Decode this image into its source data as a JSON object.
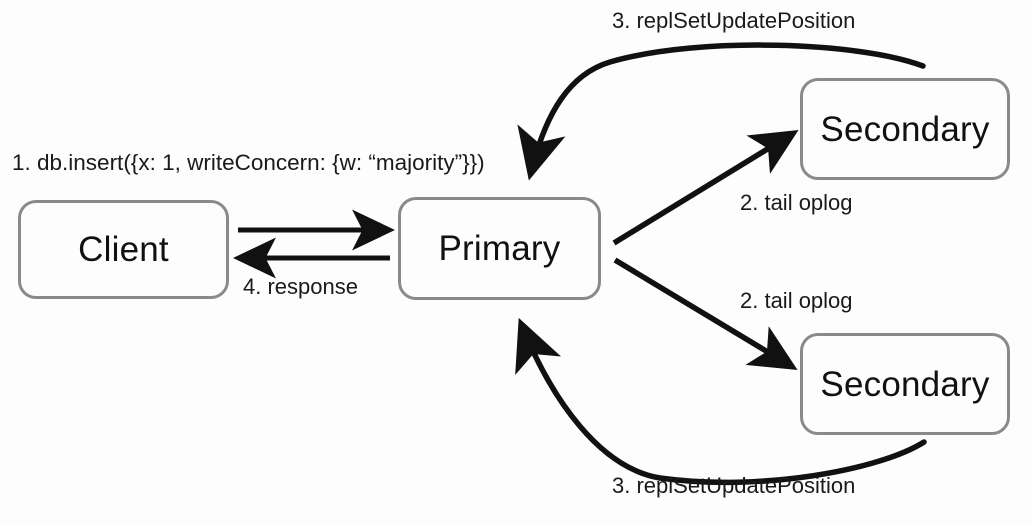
{
  "diagram": {
    "title": "MongoDB replica set write with majority write concern",
    "background_color": "#fdfdfd",
    "node_border_color": "#8a8a8e",
    "arrow_color": "#111111",
    "text_color": "#1a1a1a",
    "nodes": [
      {
        "id": "client",
        "label": "Client"
      },
      {
        "id": "primary",
        "label": "Primary"
      },
      {
        "id": "secondary_top",
        "label": "Secondary"
      },
      {
        "id": "secondary_bottom",
        "label": "Secondary"
      }
    ],
    "edges": [
      {
        "id": "insert",
        "step": 1,
        "label": "1. db.insert({x: 1, writeConcern: {w: “majority”}})",
        "from": "client",
        "to": "primary",
        "style": "straight",
        "arrowhead": "end"
      },
      {
        "id": "tail_oplog_top",
        "step": 2,
        "label": "2. tail oplog",
        "from": "primary",
        "to": "secondary_top",
        "style": "straight",
        "arrowhead": "end"
      },
      {
        "id": "tail_oplog_bottom",
        "step": 2,
        "label": "2. tail oplog",
        "from": "primary",
        "to": "secondary_bottom",
        "style": "straight",
        "arrowhead": "end"
      },
      {
        "id": "repl_update_top",
        "step": 3,
        "label": "3. replSetUpdatePosition",
        "from": "secondary_top",
        "to": "primary",
        "style": "curved",
        "arrowhead": "end"
      },
      {
        "id": "repl_update_bottom",
        "step": 3,
        "label": "3. replSetUpdatePosition",
        "from": "secondary_bottom",
        "to": "primary",
        "style": "curved",
        "arrowhead": "end"
      },
      {
        "id": "response",
        "step": 4,
        "label": "4. response",
        "from": "primary",
        "to": "client",
        "style": "straight",
        "arrowhead": "end"
      }
    ]
  }
}
